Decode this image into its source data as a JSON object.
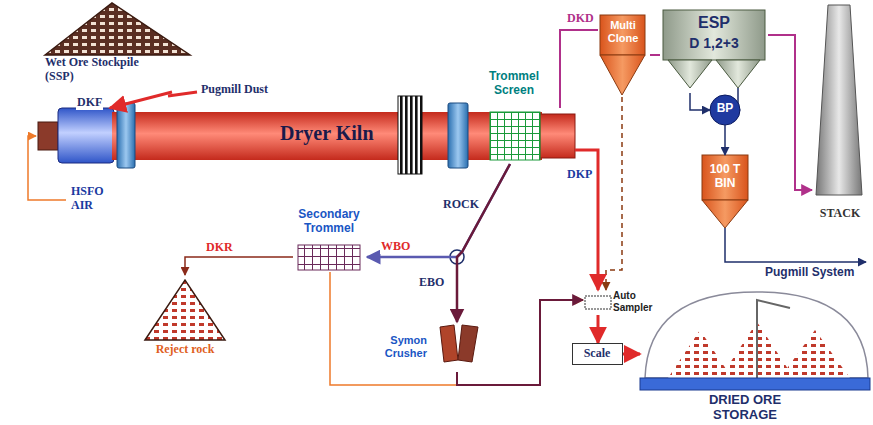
{
  "diagram": {
    "nodes": [
      {
        "text": [
          "Wet Ore Stockpile (SSP)"
        ]
      },
      {
        "text": [
          "Dryer Kiln"
        ]
      },
      {
        "text": [
          "Trommel Screen"
        ]
      },
      {
        "text": [
          "Multi Clone"
        ]
      },
      {
        "text": [
          "ESP",
          "D 1,2+3"
        ]
      },
      {
        "text": [
          "BP"
        ]
      },
      {
        "text": [
          "100 T BIN"
        ]
      },
      {
        "text": [
          "STACK"
        ]
      },
      {
        "text": [
          "Secondary Trommel"
        ]
      },
      {
        "text": [
          "Reject rock"
        ]
      },
      {
        "text": [
          "Symon Crusher"
        ]
      },
      {
        "text": [
          "Auto Sampler"
        ]
      },
      {
        "text": [
          "Scale"
        ]
      },
      {
        "text": [
          "DRIED ORE STORAGE"
        ]
      }
    ],
    "edges": [
      {
        "from": 0,
        "to": 1,
        "arrow": "to",
        "label": "DKF"
      },
      {
        "from": 1,
        "to": 3,
        "arrow": "none",
        "label": "DKD"
      },
      {
        "from": 3,
        "to": 4,
        "arrow": "none"
      },
      {
        "from": 4,
        "to": 5,
        "arrow": "to"
      },
      {
        "from": 5,
        "to": 6,
        "arrow": "to"
      },
      {
        "from": 4,
        "to": 7,
        "arrow": "to"
      },
      {
        "from": 3,
        "to": 11,
        "arrow": "to"
      },
      {
        "from": 1,
        "to": 11,
        "arrow": "to",
        "label": "DKP"
      },
      {
        "from": 11,
        "to": 12,
        "arrow": "to"
      },
      {
        "from": 12,
        "to": 13,
        "arrow": "to"
      },
      {
        "from": 2,
        "to": 8,
        "arrow": "to",
        "label": "WBO"
      },
      {
        "from": 2,
        "to": 10,
        "arrow": "to",
        "label": "EBO"
      },
      {
        "from": 8,
        "to": 11,
        "arrow": "to"
      },
      {
        "from": 10,
        "to": 11,
        "arrow": "to"
      },
      {
        "from": 8,
        "to": 9,
        "arrow": "to",
        "label": "DKR"
      }
    ],
    "labels": [
      "Pugmill Dust",
      "HSFO AIR",
      "ROCK",
      "Pugmill System"
    ]
  }
}
